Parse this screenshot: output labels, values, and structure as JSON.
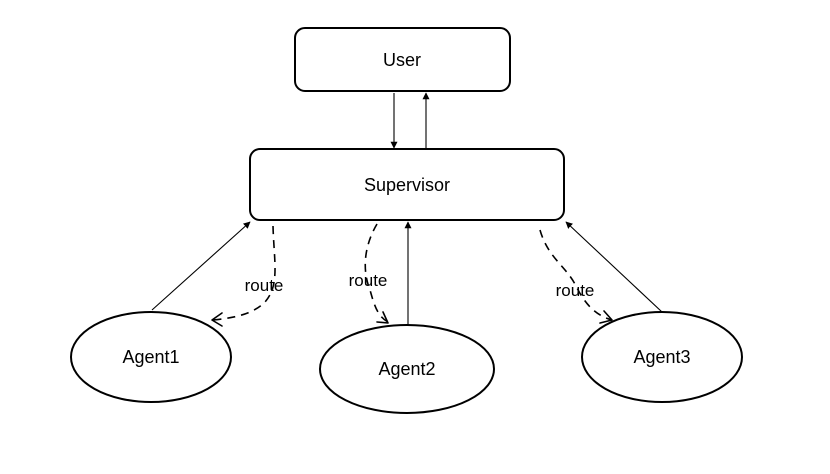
{
  "nodes": {
    "user": "User",
    "supervisor": "Supervisor",
    "agent1": "Agent1",
    "agent2": "Agent2",
    "agent3": "Agent3"
  },
  "edges": {
    "route_agent1": "route",
    "route_agent2": "route",
    "route_agent3": "route"
  }
}
